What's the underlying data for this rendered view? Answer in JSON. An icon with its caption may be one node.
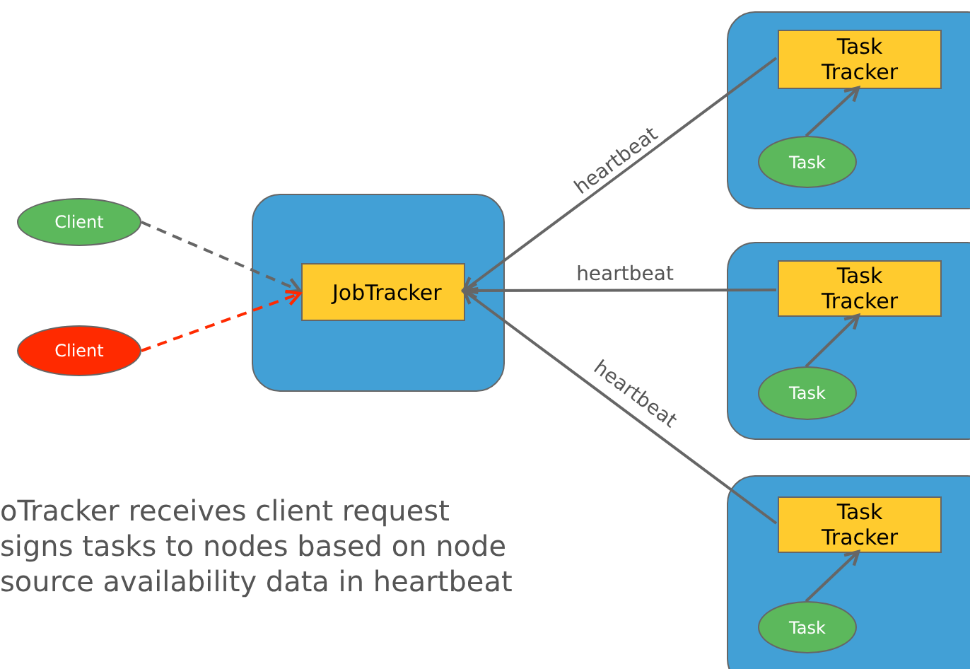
{
  "diagram": {
    "nodes": [
      {
        "text": [
          "Client"
        ]
      },
      {
        "text": [
          "Client"
        ]
      },
      {
        "text": [],
        "shape": "box"
      },
      {
        "text": [
          "JobTracker"
        ],
        "in": 2
      },
      {
        "text": [],
        "shape": "box"
      },
      {
        "text": [
          "Task Tracker"
        ],
        "in": 4
      },
      {
        "text": [
          "Task"
        ],
        "in": 4
      },
      {
        "text": [],
        "shape": "box"
      },
      {
        "text": [
          "Task Tracker"
        ],
        "in": 7
      },
      {
        "text": [
          "Task"
        ],
        "in": 7
      },
      {
        "text": [],
        "shape": "box"
      },
      {
        "text": [
          "Task Tracker"
        ],
        "in": 10
      },
      {
        "text": [
          "Task"
        ],
        "in": 10
      }
    ],
    "edges": [
      {
        "from": 0,
        "to": 3,
        "arrow": "to",
        "style": "dashed"
      },
      {
        "from": 1,
        "to": 3,
        "arrow": "to",
        "style": "dashed",
        "color": "#ff2a00"
      },
      {
        "from": 5,
        "to": 3,
        "arrow": "to",
        "label": "heartbeat"
      },
      {
        "from": 8,
        "to": 3,
        "arrow": "to",
        "label": "heartbeat"
      },
      {
        "from": 11,
        "to": 3,
        "arrow": "to",
        "label": "heartbeat"
      },
      {
        "from": 6,
        "to": 5,
        "arrow": "to"
      },
      {
        "from": 9,
        "to": 8,
        "arrow": "to"
      },
      {
        "from": 12,
        "to": 11,
        "arrow": "to"
      }
    ],
    "labels": [
      "oTracker receives client request",
      "signs tasks to nodes based on node",
      "source availability data in heartbeat"
    ]
  }
}
